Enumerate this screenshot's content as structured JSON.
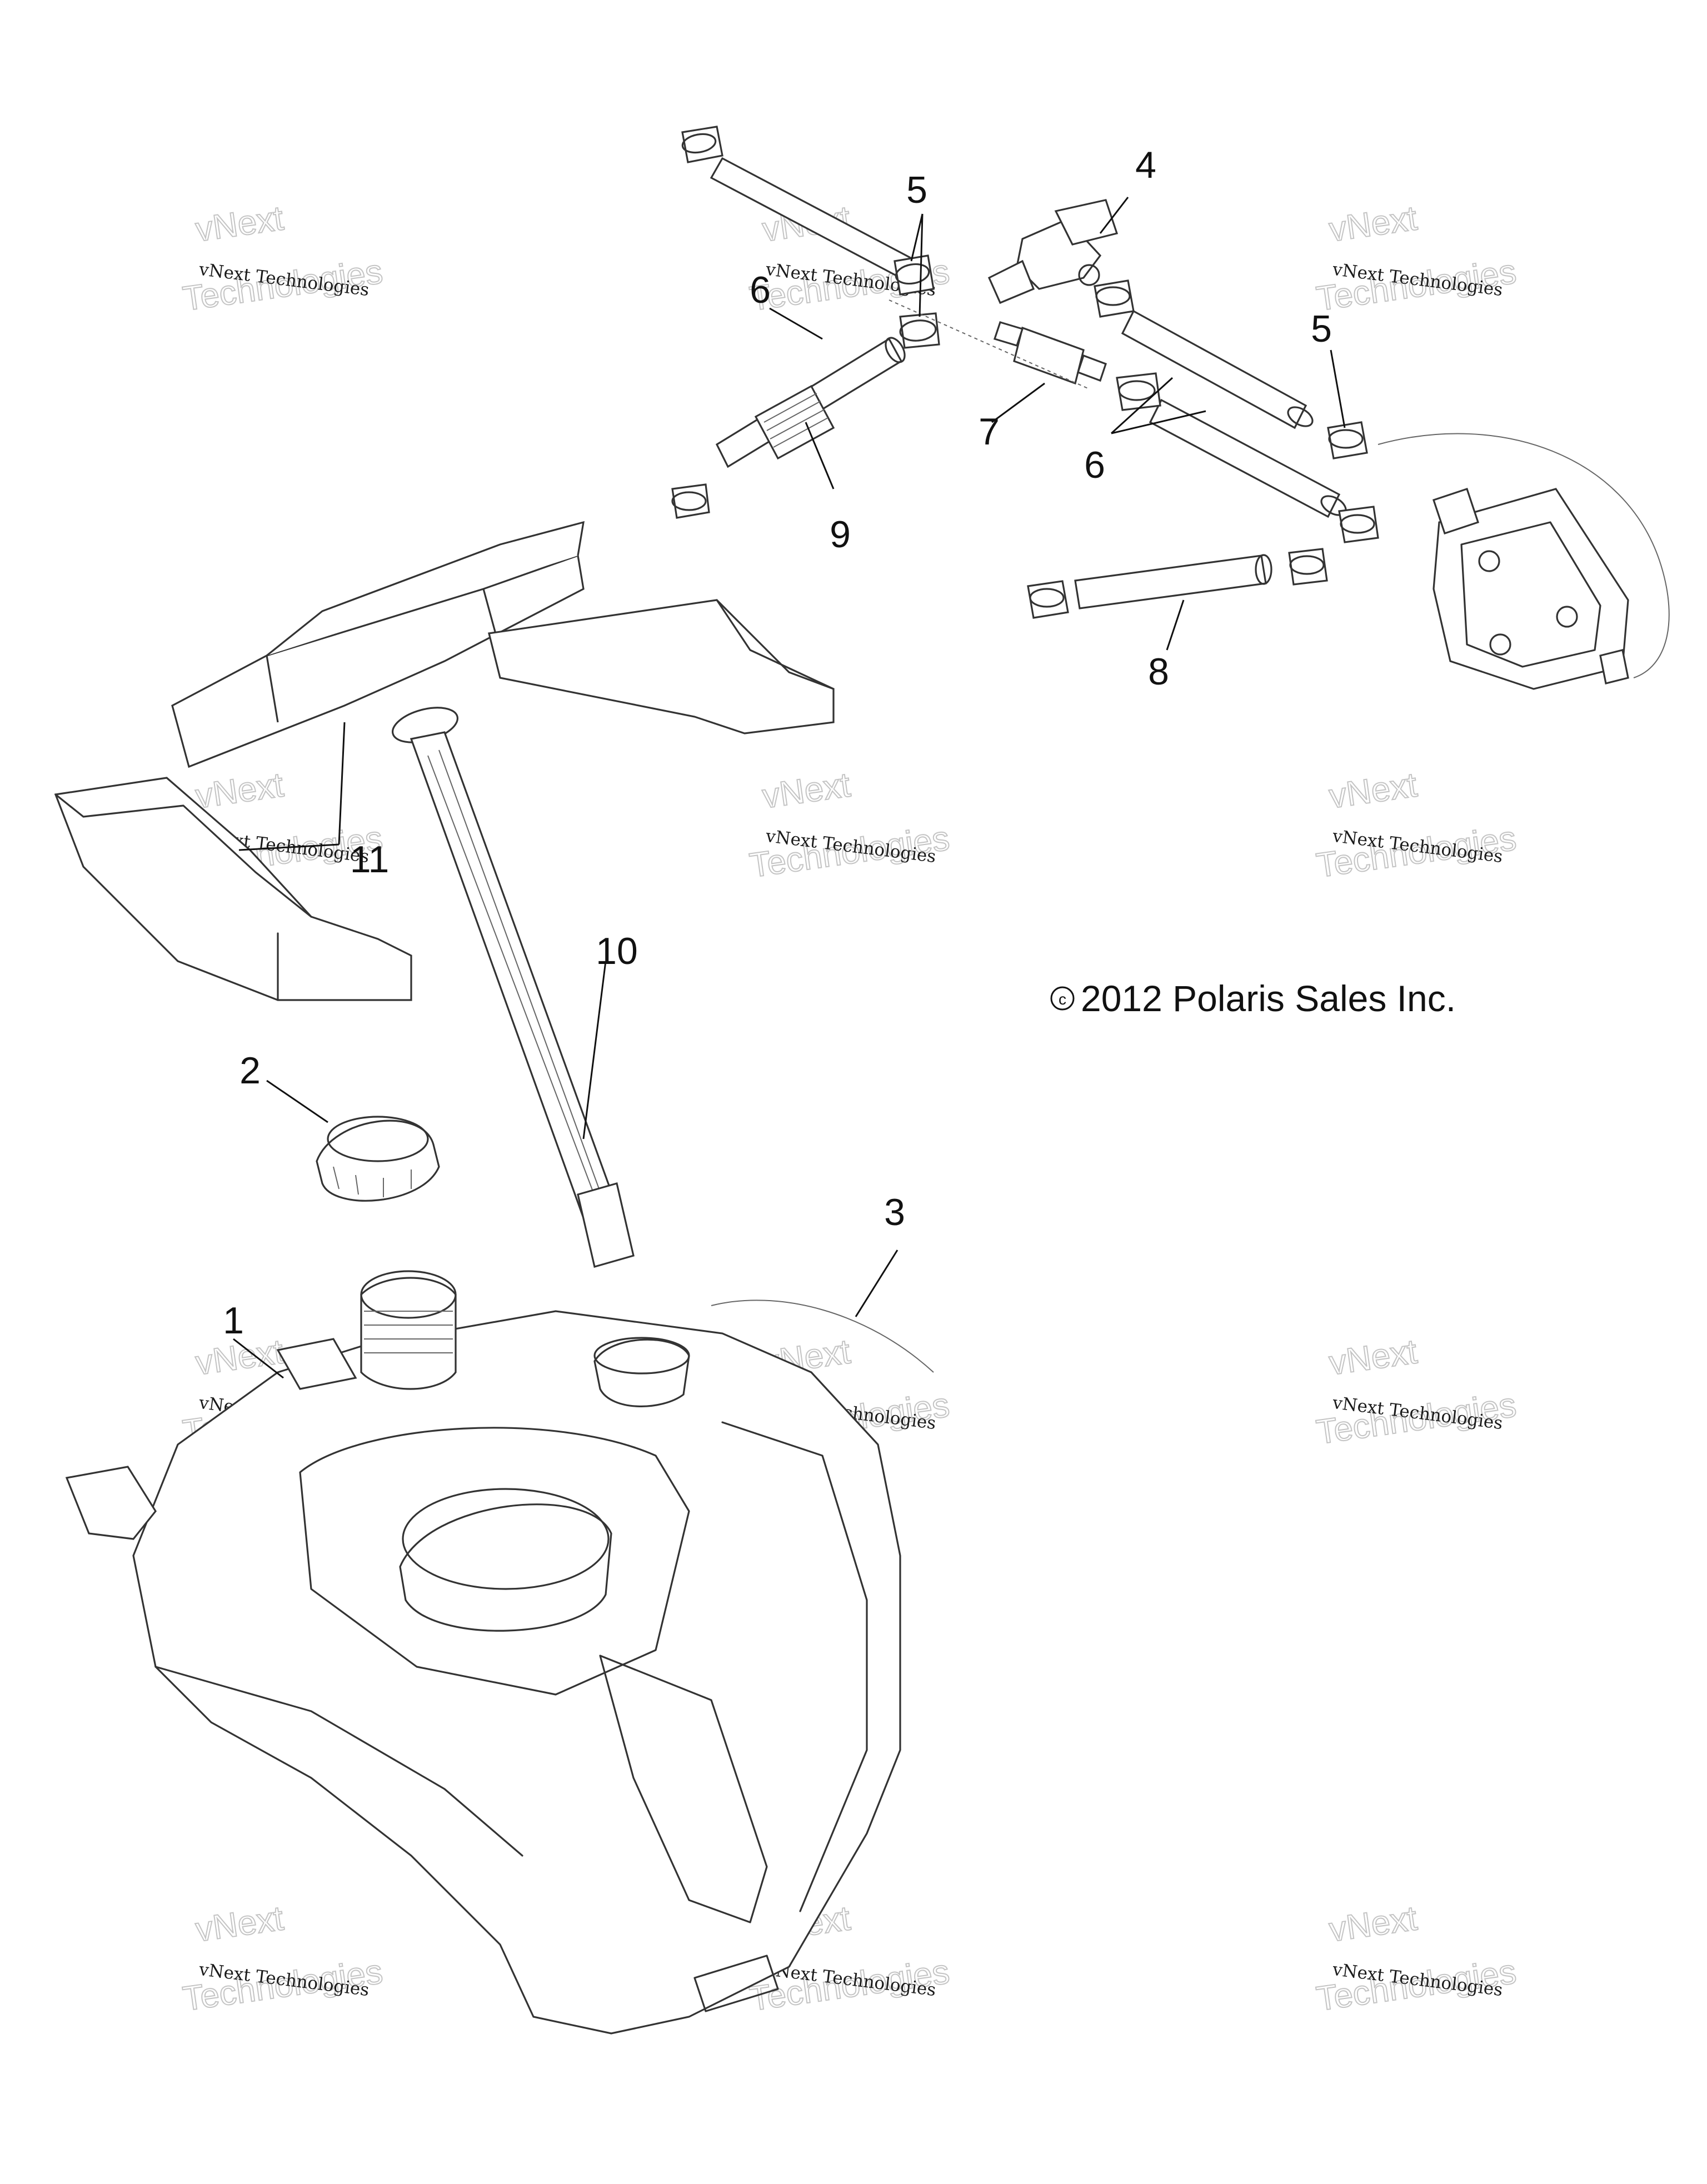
{
  "callouts": [
    "1",
    "2",
    "3",
    "4",
    "5",
    "5",
    "6",
    "6",
    "7",
    "8",
    "9",
    "10",
    "11"
  ],
  "copyright": "2012 Polaris Sales Inc.",
  "copyright_symbol": "c",
  "watermark": {
    "line1": "vNext Technologies",
    "line2": "Technologies",
    "line3": "vNext"
  }
}
